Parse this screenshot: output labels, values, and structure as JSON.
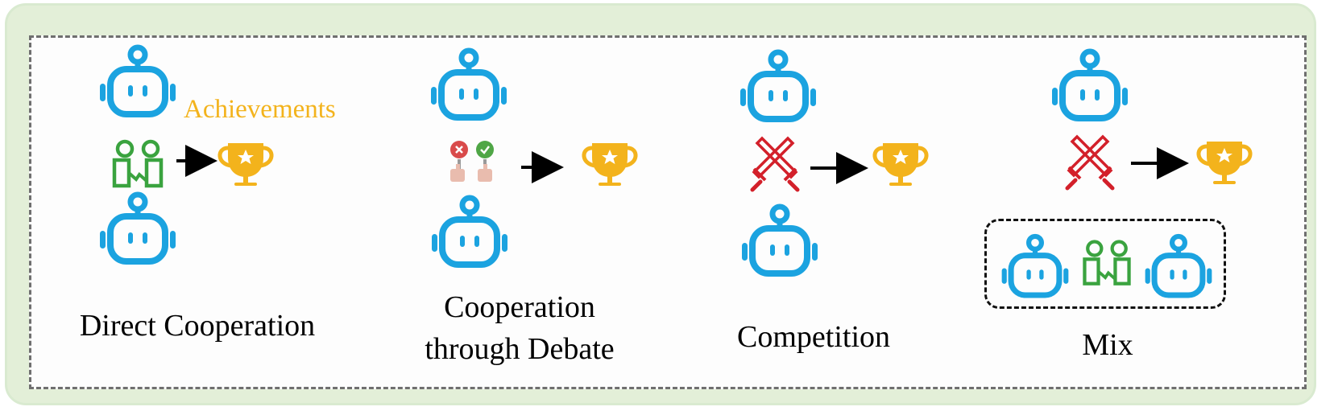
{
  "annotation": {
    "achievements": "Achievements"
  },
  "panels": [
    {
      "id": "direct-cooperation",
      "label_lines": [
        "Direct Cooperation"
      ]
    },
    {
      "id": "cooperation-through-debate",
      "label_lines": [
        "Cooperation",
        "through Debate"
      ]
    },
    {
      "id": "competition",
      "label_lines": [
        "Competition"
      ]
    },
    {
      "id": "mix",
      "label_lines": [
        "Mix"
      ]
    }
  ],
  "icons": {
    "agent": "robot-icon",
    "cooperation": "handshake-people-icon",
    "debate": "debate-vote-icon",
    "competition": "crossed-swords-icon",
    "outcome": "trophy-icon"
  },
  "colors": {
    "robot": "#1ba3e0",
    "cooperation": "#3aa33f",
    "competition": "#d3202a",
    "trophy": "#f3b31c",
    "annotation": "#f3b31c",
    "arrow": "#000000"
  }
}
